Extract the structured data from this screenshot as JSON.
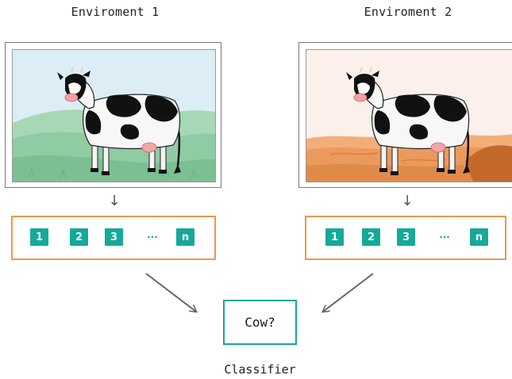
{
  "environments": [
    {
      "title": "Enviroment 1",
      "scene": "grass",
      "colors": {
        "sky": "#dcedf6",
        "ground": "#8fcba3",
        "ground_dark": "#6eb58b"
      },
      "features": [
        "1",
        "2",
        "3",
        "···",
        "n"
      ]
    },
    {
      "title": "Enviroment 2",
      "scene": "desert",
      "colors": {
        "sky": "#fbf0ea",
        "ground": "#ea9a5c",
        "ground_dark": "#c2692b"
      },
      "features": [
        "1",
        "2",
        "3",
        "···",
        "n"
      ]
    }
  ],
  "flow_arrow_icon": "down-arrow-icon",
  "classifier": {
    "output_text": "Cow?",
    "label": "Classifier"
  },
  "colors": {
    "feature_border": "#f0964c",
    "feature_chip": "#15a99a",
    "classifier_border": "#16a89a",
    "arrow": "#666666"
  }
}
